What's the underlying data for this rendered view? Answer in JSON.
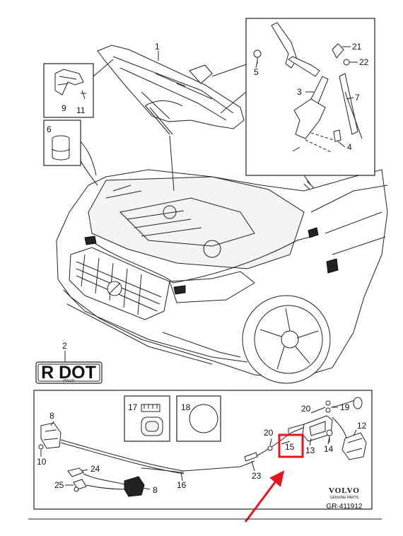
{
  "callouts": {
    "c1": "1",
    "c2": "2",
    "c3": "3",
    "c4": "4",
    "c5": "5",
    "c6": "6",
    "c7": "7",
    "c8a": "8",
    "c8b": "8",
    "c9": "9",
    "c10": "10",
    "c11": "11",
    "c12": "12",
    "c13": "13",
    "c14": "14",
    "c15": "15",
    "c16": "16",
    "c17": "17",
    "c18": "18",
    "c19": "19",
    "c20a": "20",
    "c20b": "20",
    "c21": "21",
    "c22": "22",
    "c23": "23",
    "c24": "24",
    "c25": "25"
  },
  "decal": {
    "text": "R DOT",
    "subtext": "VOLVO"
  },
  "brand": {
    "name": "VOLVO",
    "tagline": "GENUINE PARTS"
  },
  "reference": "GR-411912",
  "highlight": {
    "target_part": "15",
    "color": "#e8141b"
  }
}
